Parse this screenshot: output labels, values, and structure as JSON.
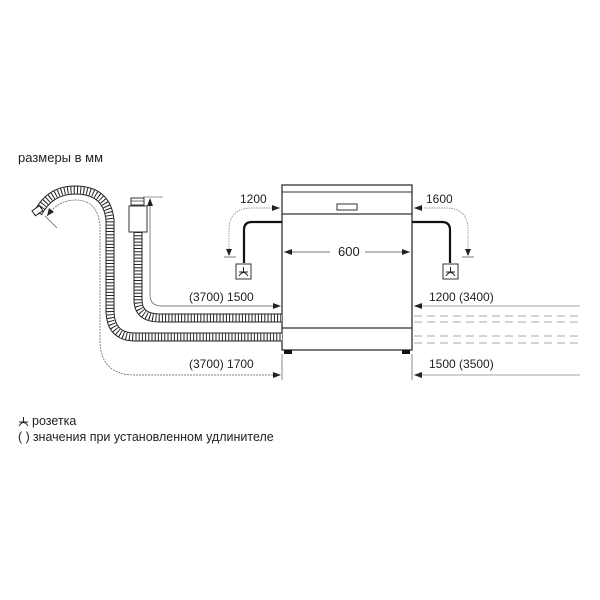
{
  "title": "размеры в мм",
  "appliance": {
    "width_label": "600"
  },
  "dimensions": {
    "left_power_cable": "1200",
    "right_power_cable": "1600",
    "left_inlet_hose": "(3700) 1500",
    "left_drain_hose": "(3700) 1700",
    "right_inlet_hose": "1200 (3400)",
    "right_drain_hose": "1500 (3500)"
  },
  "legend": [
    {
      "symbol": "socket-icon",
      "label": "розетка"
    },
    {
      "symbol": "( )",
      "label": "значения при установленном удлинителе"
    }
  ],
  "colors": {
    "line": "#222222",
    "dim_line": "#555555",
    "dashed": "#bbbbbb",
    "text": "#222222"
  }
}
